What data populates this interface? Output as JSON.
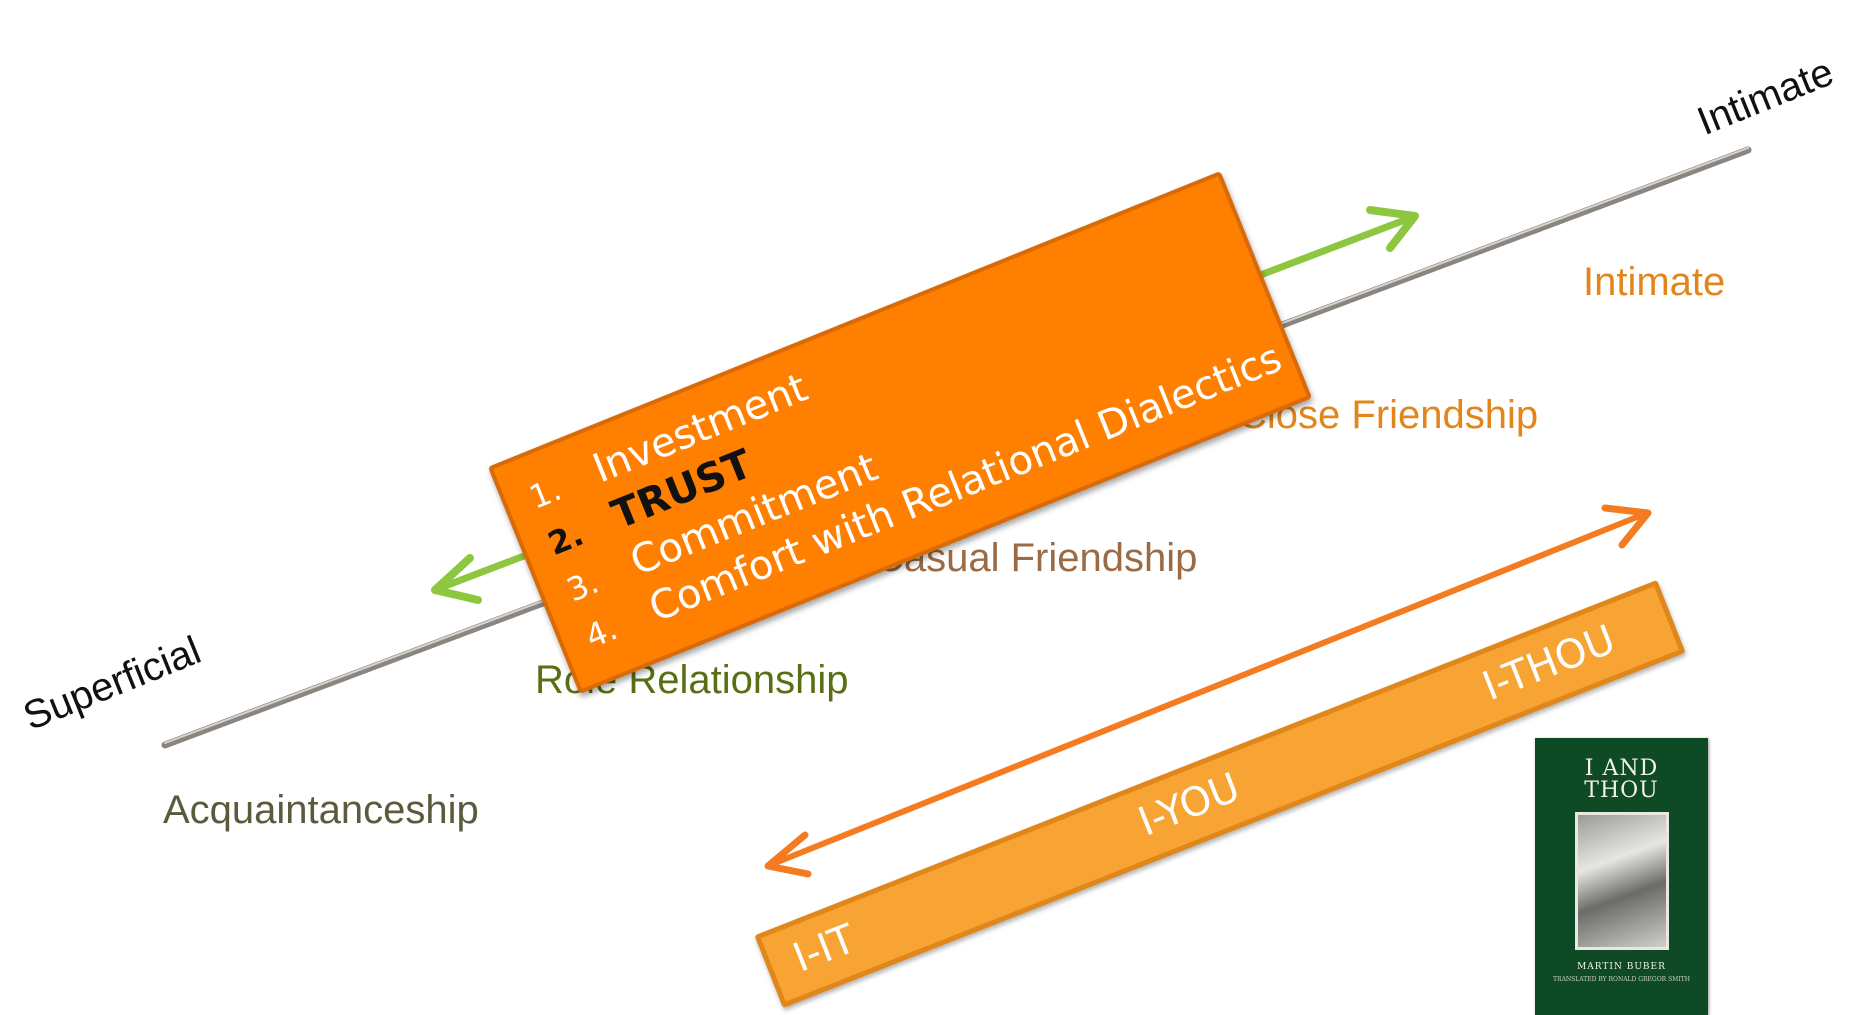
{
  "axis": {
    "low_label": "Superficial",
    "high_label": "Intimate"
  },
  "levels": [
    {
      "label": "Acquaintanceship",
      "color": "#5b5a3c"
    },
    {
      "label": "Role Relationship",
      "color": "#5a6f14"
    },
    {
      "label": "Casual Friendship",
      "color": "#9b6b45"
    },
    {
      "label": "Close Friendship",
      "color": "#e2861b"
    },
    {
      "label": "Intimate",
      "color": "#e2861b"
    }
  ],
  "factors": {
    "items": [
      {
        "num": "1.",
        "text": "Investment"
      },
      {
        "num": "2.",
        "text": "TRUST"
      },
      {
        "num": "3.",
        "text": "Commitment"
      },
      {
        "num": "4.",
        "text": "Comfort with Relational Dialectics"
      }
    ],
    "box_color": "#ff7f00"
  },
  "buber_stages": {
    "labels": [
      "I-IT",
      "I-YOU",
      "I-THOU"
    ],
    "bar_color": "#f7a434"
  },
  "book": {
    "title_line1": "I AND",
    "title_line2": "THOU",
    "author": "MARTIN BUBER",
    "translator_line": "TRANSLATED BY RONALD GREGOR SMITH"
  },
  "colors": {
    "green_arrow": "#8dc63f",
    "orange_arrow": "#f47b20",
    "axis_line": "#8a8580"
  }
}
